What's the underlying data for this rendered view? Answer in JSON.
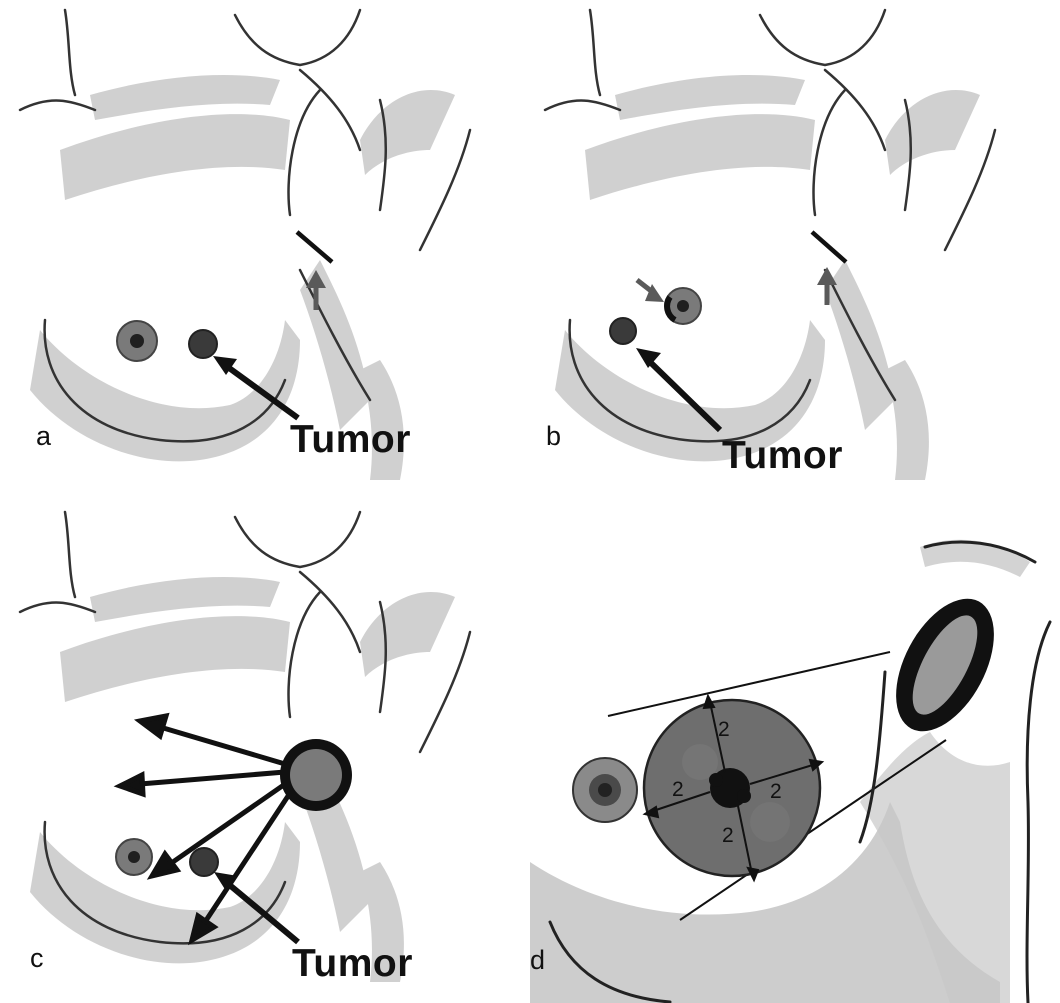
{
  "panels": {
    "a": {
      "letter": "a",
      "tumor_label": "Tumor"
    },
    "b": {
      "letter": "b",
      "tumor_label": "Tumor"
    },
    "c": {
      "letter": "c",
      "tumor_label": "Tumor"
    },
    "d": {
      "letter": "d",
      "margin_labels": [
        "2",
        "2",
        "2",
        "2"
      ]
    }
  },
  "colors": {
    "line": "#333333",
    "shading": "#bdbdbd",
    "tumor": "#3a3a3a",
    "nipple": "#7a7a7a",
    "source_ring": "#111111",
    "target_volume": "#6e6e6e"
  }
}
